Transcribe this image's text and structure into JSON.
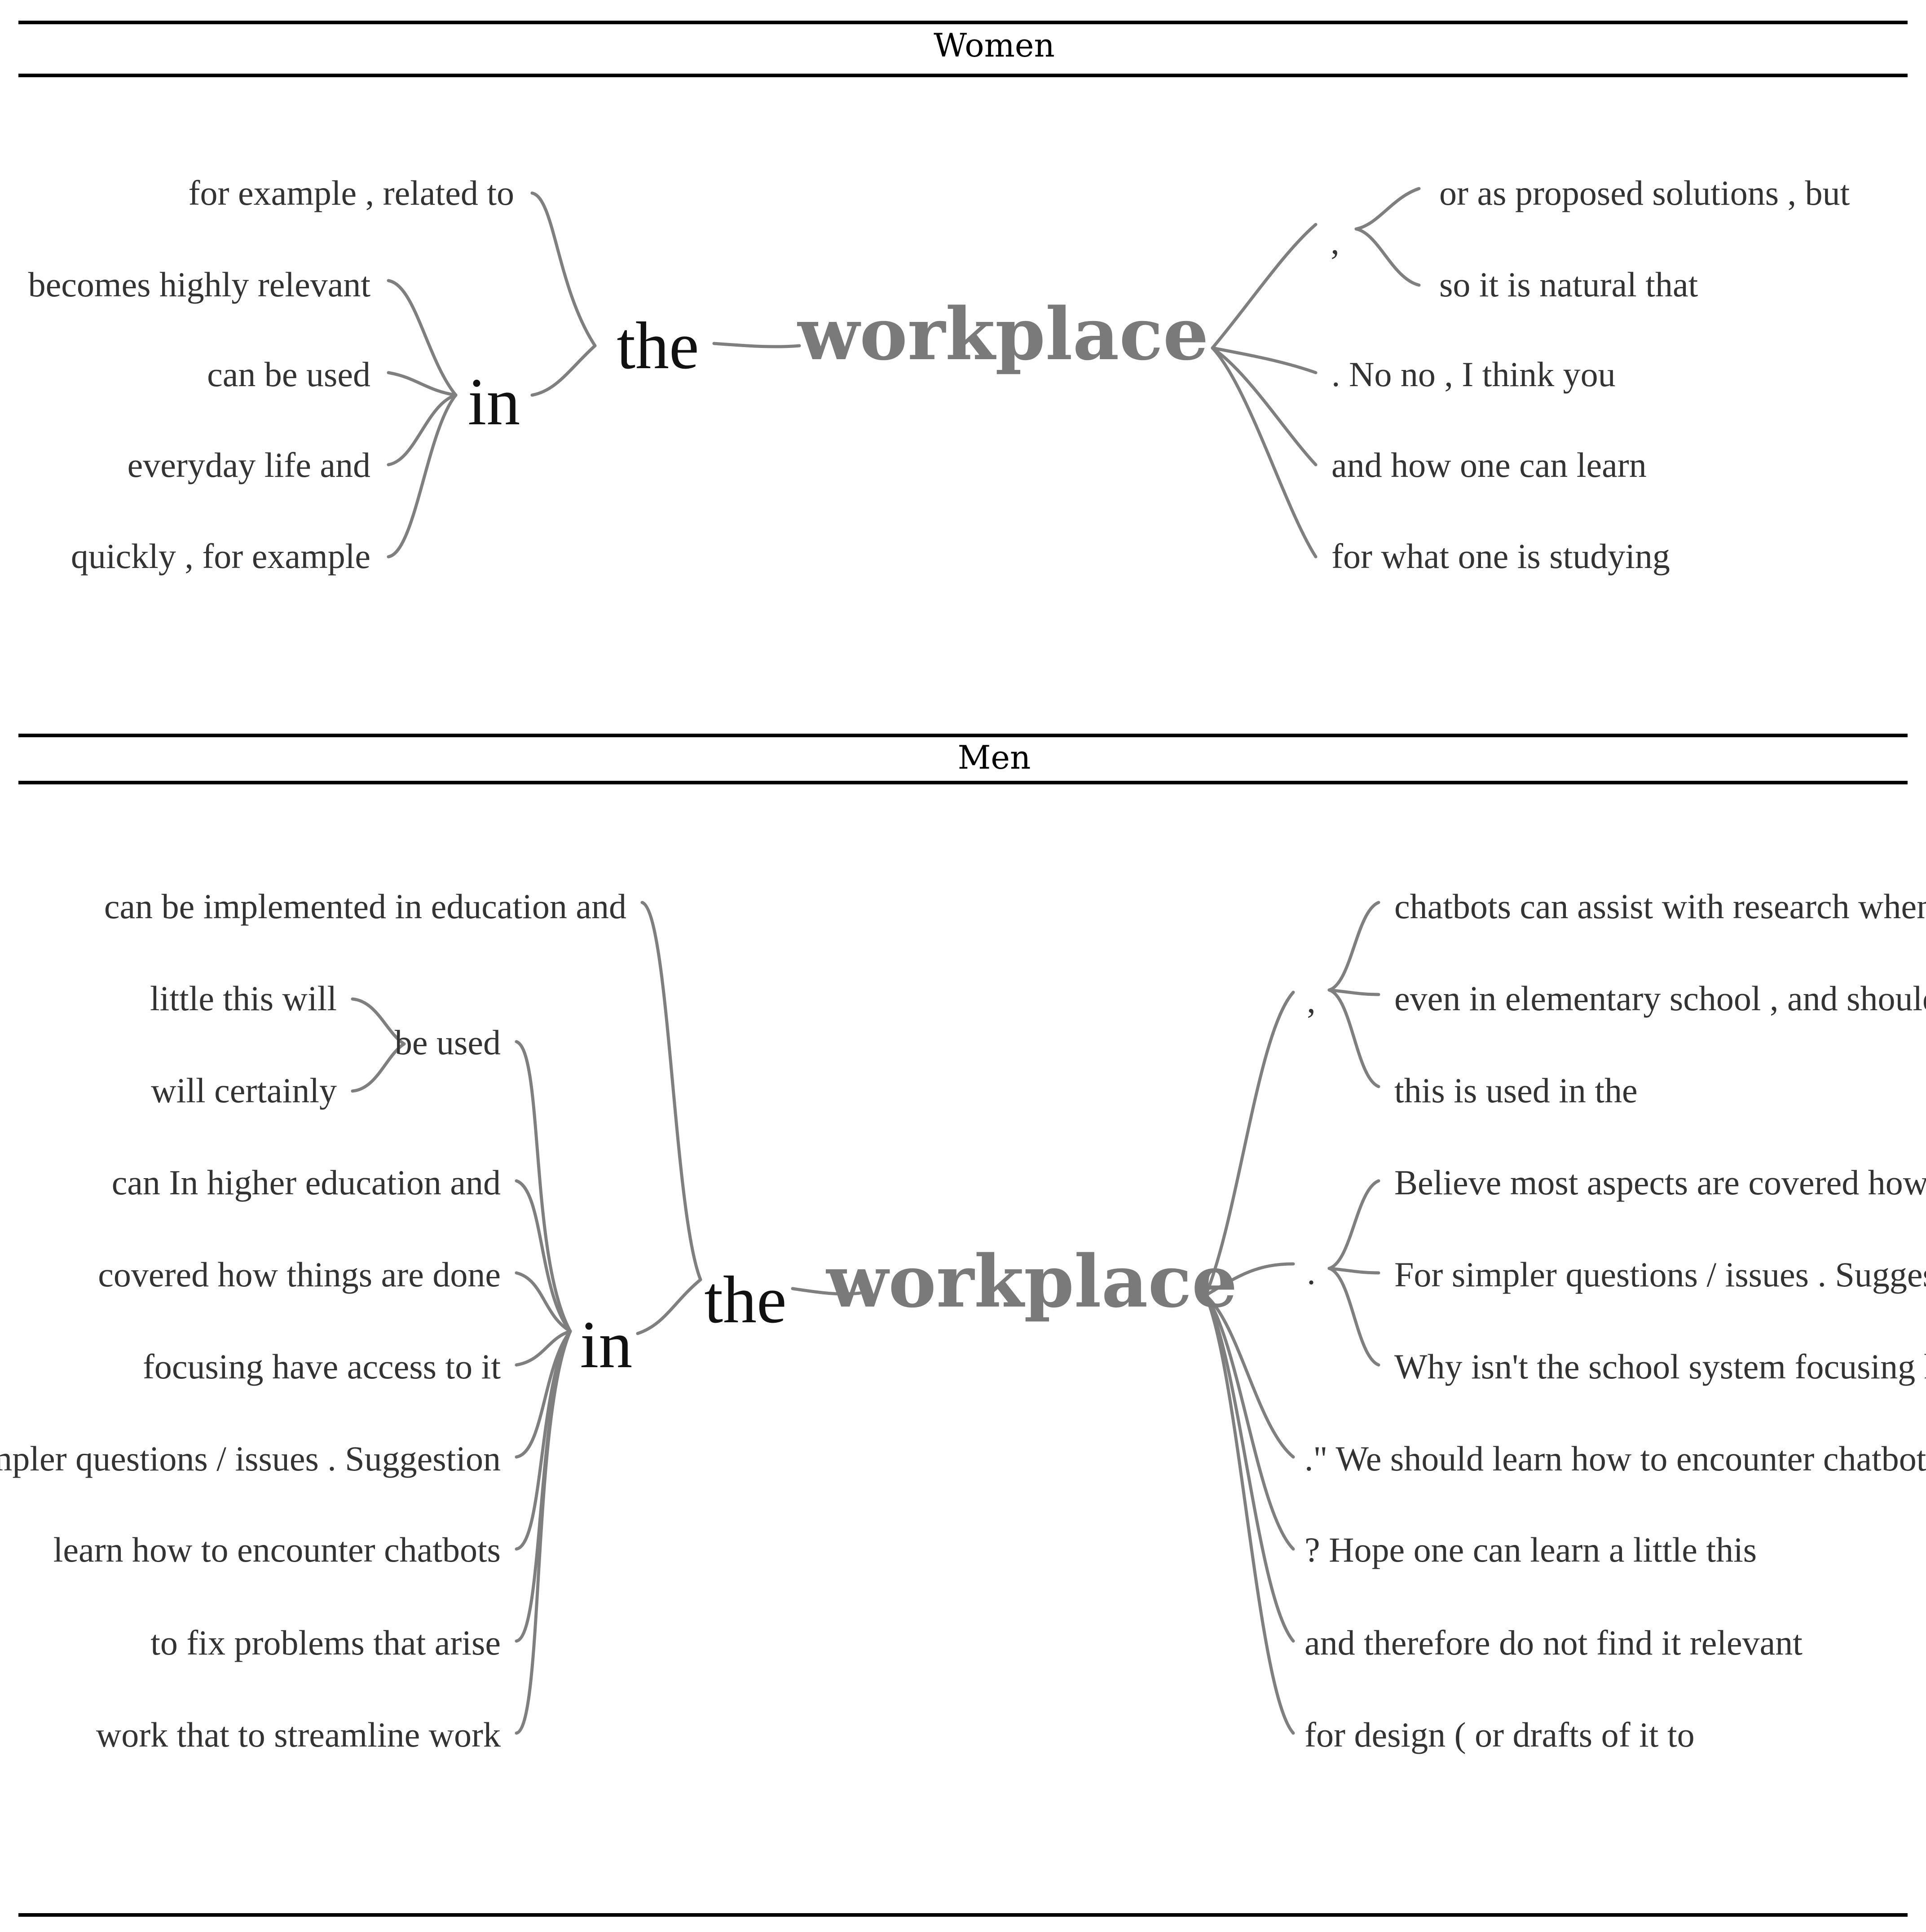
{
  "colors": {
    "rule": "#000000",
    "branch": "#7f7f7f",
    "keyword": "#7a7a7a",
    "text": "#333333"
  },
  "sections": {
    "women": {
      "title": "Women",
      "keyword": "workplace",
      "left_mid": {
        "the": "the",
        "in": "in"
      },
      "left_direct": [
        "for example , related to"
      ],
      "left_via_in": [
        "becomes highly relevant",
        "can be used",
        "everyday life and",
        "quickly , for example"
      ],
      "right_comma": ",",
      "right_via_comma": [
        "or as proposed solutions , but",
        "so it is natural that"
      ],
      "right_direct": [
        ". No no , I think you",
        "and how one can learn",
        "for what one is studying"
      ]
    },
    "men": {
      "title": "Men",
      "keyword": "workplace",
      "left_mid": {
        "the": "the",
        "in": "in",
        "be_used": "be used"
      },
      "left_direct": [
        "can be implemented in education and"
      ],
      "left_via_beused": [
        "little this will",
        "will certainly"
      ],
      "left_via_in": [
        "can In higher education and",
        "covered how things are done",
        "focusing have access to it",
        "For simpler questions / issues . Suggestion",
        "learn how to encounter chatbots",
        "to fix problems that arise",
        "work that to streamline work"
      ],
      "right_comma": ",",
      "right_via_comma": [
        "chatbots can assist with research when we",
        "even in elementary school , and should can",
        "this is used in the"
      ],
      "right_period": ".",
      "right_via_period": [
        "Believe most aspects are covered how things",
        "For simpler questions / issues . Suggestion In the",
        "Why isn't the school system focusing have"
      ],
      "right_direct": [
        ".\" We should learn how to encounter chatbots",
        "? Hope one can learn a little this",
        "and therefore do not find it relevant",
        "for design ( or drafts of it to"
      ]
    }
  }
}
